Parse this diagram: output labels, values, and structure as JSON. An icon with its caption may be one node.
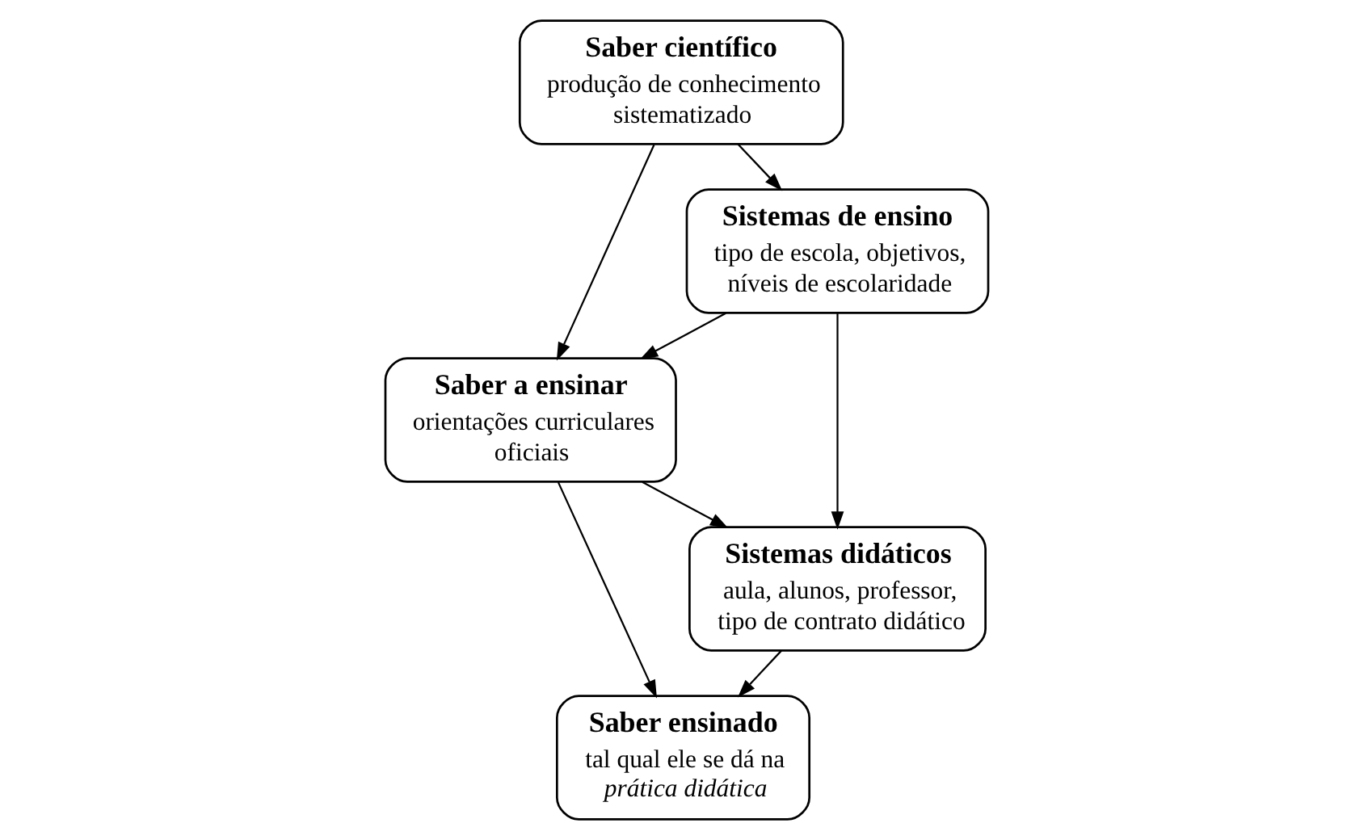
{
  "diagram": {
    "nodes": [
      {
        "text": [
          "Saber científico",
          "produção de conhecimento sistematizado"
        ]
      },
      {
        "text": [
          "Sistemas de ensino",
          "tipo de escola, objetivos, níveis de escolaridade"
        ]
      },
      {
        "text": [
          "Saber a ensinar",
          "orientações curriculares oficiais"
        ]
      },
      {
        "text": [
          "Sistemas didáticos",
          "aula, alunos, professor, tipo de contrato didático"
        ]
      },
      {
        "text": [
          "Saber ensinado",
          "tal qual ele se dá na *prática didática*"
        ]
      }
    ],
    "edges": [
      {
        "from": 0,
        "to": 1,
        "arrow": "to"
      },
      {
        "from": 0,
        "to": 2,
        "arrow": "to"
      },
      {
        "from": 1,
        "to": 2,
        "arrow": "to"
      },
      {
        "from": 1,
        "to": 3,
        "arrow": "to"
      },
      {
        "from": 2,
        "to": 3,
        "arrow": "to"
      },
      {
        "from": 2,
        "to": 4,
        "arrow": "to"
      },
      {
        "from": 3,
        "to": 4,
        "arrow": "to"
      }
    ]
  }
}
